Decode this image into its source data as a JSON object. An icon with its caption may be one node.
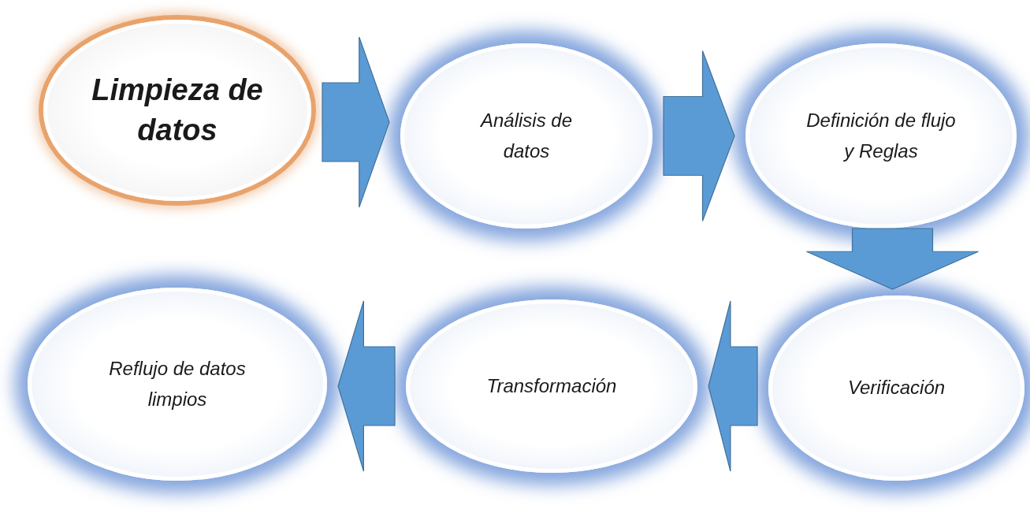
{
  "diagram": {
    "nodes": [
      {
        "text": [
          "Limpieza de datos"
        ]
      },
      {
        "text": [
          "Análisis de datos"
        ]
      },
      {
        "text": [
          "Definición de flujo y Reglas"
        ]
      },
      {
        "text": [
          "Verificación"
        ]
      },
      {
        "text": [
          "Transformación"
        ]
      },
      {
        "text": [
          "Reflujo de datos limpios"
        ]
      }
    ],
    "edges": [
      {
        "from": 0,
        "to": 1,
        "arrow": "to"
      },
      {
        "from": 1,
        "to": 2,
        "arrow": "to"
      },
      {
        "from": 2,
        "to": 3,
        "arrow": "to"
      },
      {
        "from": 3,
        "to": 4,
        "arrow": "to"
      },
      {
        "from": 4,
        "to": 5,
        "arrow": "to"
      }
    ]
  }
}
